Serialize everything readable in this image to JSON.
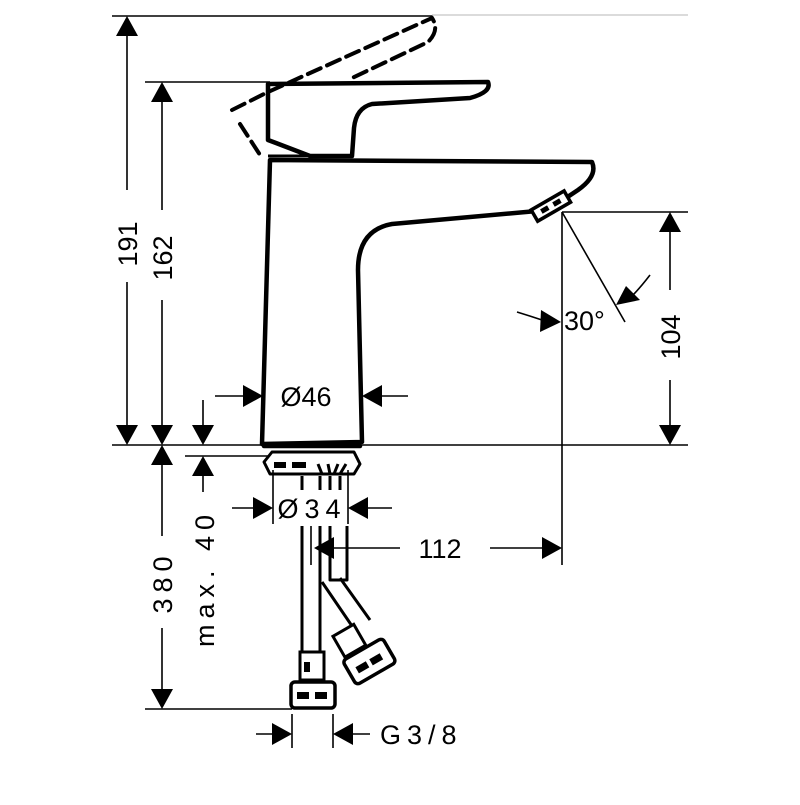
{
  "drawing": {
    "subject": "Basin mixer faucet – dimension drawing",
    "stroke_color": "#000000",
    "background_color": "#ffffff",
    "dimensions": {
      "total_height": "191",
      "handle_height": "162",
      "spout_height": "104",
      "spout_angle": "30°",
      "body_diameter": "Ø46",
      "shank_diameter": "Ø34",
      "spout_reach": "112",
      "supply_length": "380",
      "max_deck_thickness": "max. 40",
      "connection_thread": "G3/8"
    }
  }
}
